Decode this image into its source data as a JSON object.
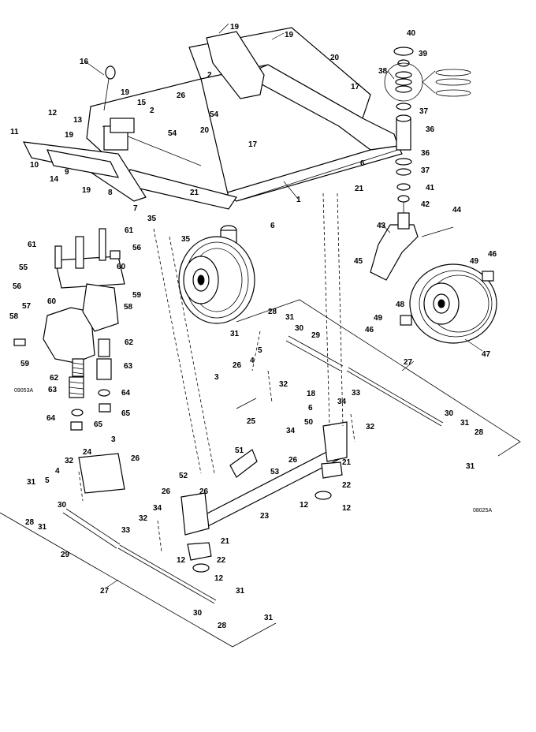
{
  "figure_codes": [
    "09053A",
    "08025A"
  ],
  "callouts": [
    "1",
    "2",
    "3",
    "4",
    "5",
    "6",
    "7",
    "8",
    "9",
    "10",
    "11",
    "12",
    "13",
    "14",
    "15",
    "16",
    "17",
    "18",
    "19",
    "20",
    "21",
    "22",
    "23",
    "24",
    "25",
    "26",
    "27",
    "28",
    "29",
    "30",
    "31",
    "32",
    "33",
    "34",
    "35",
    "36",
    "37",
    "38",
    "39",
    "40",
    "41",
    "42",
    "43",
    "44",
    "45",
    "46",
    "47",
    "48",
    "49",
    "50",
    "51",
    "52",
    "53",
    "54",
    "55",
    "56",
    "57",
    "58",
    "59",
    "60",
    "61",
    "62",
    "63",
    "64",
    "65"
  ]
}
